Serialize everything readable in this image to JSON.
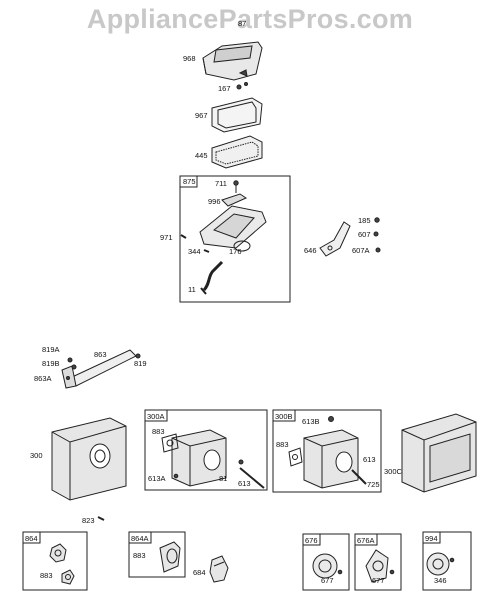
{
  "watermark": "AppliancePartsPros.com",
  "parts": {
    "p87": "87",
    "p968": "968",
    "p167": "167",
    "p967": "967",
    "p445": "445",
    "p875": "875",
    "p711": "711",
    "p996": "996",
    "p971": "971",
    "p344": "344",
    "p176": "176",
    "p11": "11",
    "p185": "185",
    "p607": "607",
    "p646": "646",
    "p607A": "607A",
    "p819A": "819A",
    "p863": "863",
    "p819B": "819B",
    "p863A": "863A",
    "p819": "819",
    "p300": "300",
    "p300A": "300A",
    "p883a": "883",
    "p613A": "613A",
    "p81": "81",
    "p613a": "613",
    "p300B": "300B",
    "p613B": "613B",
    "p883b": "883",
    "p613b": "613",
    "p725": "725",
    "p300C": "300C",
    "p823": "823",
    "p864": "864",
    "p883c": "883",
    "p864A": "864A",
    "p883d": "883",
    "p684": "684",
    "p676": "676",
    "p677a": "677",
    "p676A": "676A",
    "p677b": "677",
    "p994": "994",
    "p346": "346"
  }
}
